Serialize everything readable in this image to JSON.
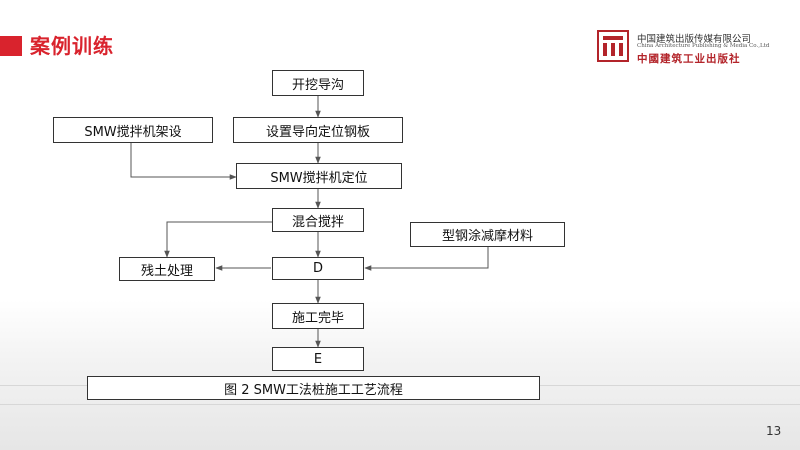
{
  "slide": {
    "title": "案例训练",
    "page_number": "13"
  },
  "publisher": {
    "name_cn": "中国建筑出版传媒有限公司",
    "name_en": "China Architecture Publishing & Media Co.,Ltd",
    "name_cn_seal": "中國建筑工业出版社"
  },
  "flowchart": {
    "nodes": {
      "excavate": "开挖导沟",
      "set_guide": "设置导向定位钢板",
      "smw_setup": "SMW搅拌机架设",
      "smw_position": "SMW搅拌机定位",
      "mix": "混合搅拌",
      "coating": "型钢涂减摩材料",
      "residual": "残土处理",
      "d": "D",
      "complete": "施工完毕",
      "e": "E"
    },
    "caption": "图 2    SMW工法桩施工工艺流程"
  },
  "colors": {
    "accent": "#d9232d",
    "line": "#555555"
  }
}
